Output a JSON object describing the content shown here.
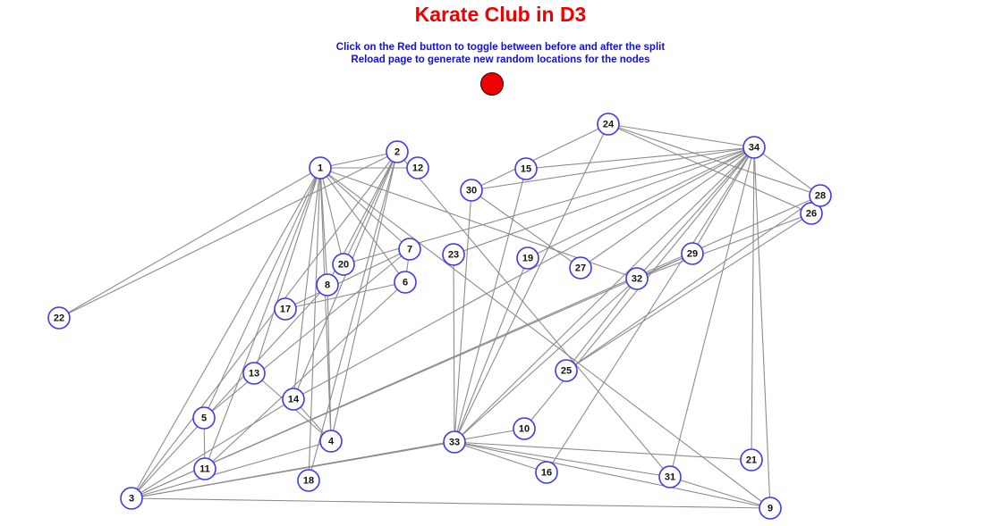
{
  "header": {
    "title": "Karate Club in D3",
    "instruction_line1": "Click on the Red button to toggle between before and after the split",
    "instruction_line2": "Reload page to generate new random locations for the nodes"
  },
  "colors": {
    "title": "#ee0000",
    "instructions": "#1010e0",
    "toggle_button": "#ee0000",
    "node_stroke": "#3a3aee",
    "edge": "#8c8c8c"
  },
  "graph": {
    "nodes": [
      "1",
      "2",
      "3",
      "4",
      "5",
      "6",
      "7",
      "8",
      "9",
      "10",
      "11",
      "12",
      "13",
      "14",
      "15",
      "16",
      "17",
      "18",
      "19",
      "20",
      "21",
      "22",
      "23",
      "24",
      "25",
      "26",
      "27",
      "28",
      "29",
      "30",
      "31",
      "32",
      "33",
      "34"
    ],
    "edges": [
      [
        1,
        2
      ],
      [
        1,
        3
      ],
      [
        1,
        4
      ],
      [
        1,
        5
      ],
      [
        1,
        6
      ],
      [
        1,
        7
      ],
      [
        1,
        8
      ],
      [
        1,
        9
      ],
      [
        1,
        11
      ],
      [
        1,
        12
      ],
      [
        1,
        13
      ],
      [
        1,
        14
      ],
      [
        1,
        18
      ],
      [
        1,
        20
      ],
      [
        1,
        22
      ],
      [
        1,
        32
      ],
      [
        2,
        3
      ],
      [
        2,
        4
      ],
      [
        2,
        8
      ],
      [
        2,
        14
      ],
      [
        2,
        18
      ],
      [
        2,
        20
      ],
      [
        2,
        22
      ],
      [
        2,
        31
      ],
      [
        3,
        4
      ],
      [
        3,
        8
      ],
      [
        3,
        9
      ],
      [
        3,
        10
      ],
      [
        3,
        14
      ],
      [
        3,
        28
      ],
      [
        3,
        29
      ],
      [
        3,
        33
      ],
      [
        4,
        8
      ],
      [
        4,
        13
      ],
      [
        4,
        14
      ],
      [
        5,
        7
      ],
      [
        5,
        11
      ],
      [
        6,
        7
      ],
      [
        6,
        11
      ],
      [
        6,
        17
      ],
      [
        7,
        17
      ],
      [
        9,
        31
      ],
      [
        9,
        33
      ],
      [
        9,
        34
      ],
      [
        10,
        34
      ],
      [
        14,
        34
      ],
      [
        15,
        33
      ],
      [
        15,
        34
      ],
      [
        16,
        33
      ],
      [
        16,
        34
      ],
      [
        19,
        33
      ],
      [
        19,
        34
      ],
      [
        20,
        34
      ],
      [
        21,
        33
      ],
      [
        21,
        34
      ],
      [
        23,
        33
      ],
      [
        23,
        34
      ],
      [
        24,
        26
      ],
      [
        24,
        28
      ],
      [
        24,
        30
      ],
      [
        24,
        33
      ],
      [
        24,
        34
      ],
      [
        25,
        26
      ],
      [
        25,
        28
      ],
      [
        25,
        32
      ],
      [
        26,
        32
      ],
      [
        27,
        30
      ],
      [
        27,
        34
      ],
      [
        28,
        34
      ],
      [
        29,
        32
      ],
      [
        29,
        34
      ],
      [
        30,
        33
      ],
      [
        30,
        34
      ],
      [
        31,
        33
      ],
      [
        31,
        34
      ],
      [
        32,
        33
      ],
      [
        32,
        34
      ],
      [
        33,
        34
      ]
    ]
  }
}
